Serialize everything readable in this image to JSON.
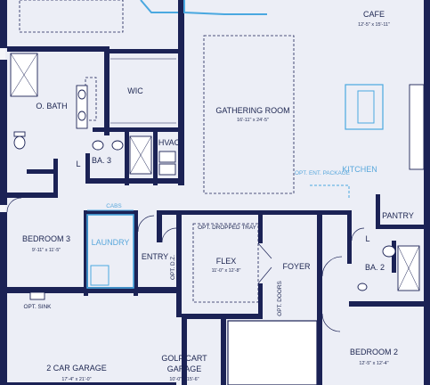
{
  "colors": {
    "wall": "#1b2255",
    "floor": "#eceef6",
    "accent": "#4aa8e0",
    "background": "#f4f5f9"
  },
  "rooms": {
    "cafe": {
      "name": "CAFE",
      "dims": "12'-5\" x 15'-11\""
    },
    "gathering_room": {
      "name": "GATHERING ROOM",
      "dims": "16'-11\" x 24'-5\""
    },
    "wic": {
      "name": "WIC"
    },
    "o_bath": {
      "name": "O. BATH"
    },
    "hvac": {
      "name": "HVAC"
    },
    "ba3": {
      "name": "BA. 3"
    },
    "l_ba3": {
      "name": "L"
    },
    "kitchen": {
      "name": "KITCHEN"
    },
    "opt_ent_package": {
      "name": "OPT. ENT. PACKAGE"
    },
    "pantry": {
      "name": "PANTRY"
    },
    "bedroom3": {
      "name": "BEDROOM 3",
      "dims": "9'-11\" x 11'-5\""
    },
    "cabs": {
      "name": "CABS"
    },
    "laundry": {
      "name": "LAUNDRY"
    },
    "entry": {
      "name": "ENTRY"
    },
    "opt_dz": {
      "name": "OPT. D.Z."
    },
    "opt_dropped_tray": {
      "name": "OPT. DROPPED TRAY"
    },
    "flex": {
      "name": "FLEX",
      "dims": "11'-0\" x 12'-8\""
    },
    "foyer": {
      "name": "FOYER"
    },
    "opt_doors": {
      "name": "OPT. DOORS"
    },
    "ba2": {
      "name": "BA. 2"
    },
    "l_ba2": {
      "name": "L"
    },
    "opt_sink": {
      "name": "OPT. SINK"
    },
    "garage2": {
      "name": "2 CAR GARAGE",
      "dims": "17'-4\" x 21'-0\""
    },
    "golf_cart": {
      "name": "GOLF CART GARAGE",
      "line1": "GOLF CART",
      "line2": "GARAGE",
      "dims": "10'-0\" x 15'-6\""
    },
    "bedroom2": {
      "name": "BEDROOM 2",
      "dims": "12'-5\" x 12'-4\""
    }
  }
}
